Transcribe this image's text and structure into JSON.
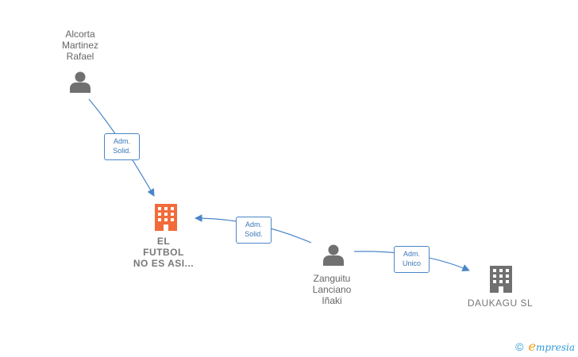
{
  "nodes": {
    "alcorta": {
      "lines": [
        "Alcorta",
        "Martinez",
        "Rafael"
      ],
      "type": "person",
      "color": "#707070"
    },
    "futbol": {
      "lines": [
        "EL",
        "FUTBOL",
        "NO ES ASI..."
      ],
      "type": "company",
      "color": "#f26b3a"
    },
    "zanguitu": {
      "lines": [
        "Zanguitu",
        "Lanciano",
        "Iñaki"
      ],
      "type": "person",
      "color": "#707070"
    },
    "daukagu": {
      "lines": [
        "DAUKAGU SL"
      ],
      "type": "company",
      "color": "#707070"
    }
  },
  "edges": {
    "e1": {
      "lines": [
        "Adm.",
        "Solid."
      ]
    },
    "e2": {
      "lines": [
        "Adm.",
        "Solid."
      ]
    },
    "e3": {
      "lines": [
        "Adm.",
        "Unico"
      ]
    }
  },
  "colors": {
    "edge": "#4a86c8",
    "brand": "#2f9bd6",
    "brand_accent": "#f39c12"
  },
  "footer": {
    "copyright_symbol": "©",
    "brand_first": "e",
    "brand_rest": "mpresia"
  }
}
